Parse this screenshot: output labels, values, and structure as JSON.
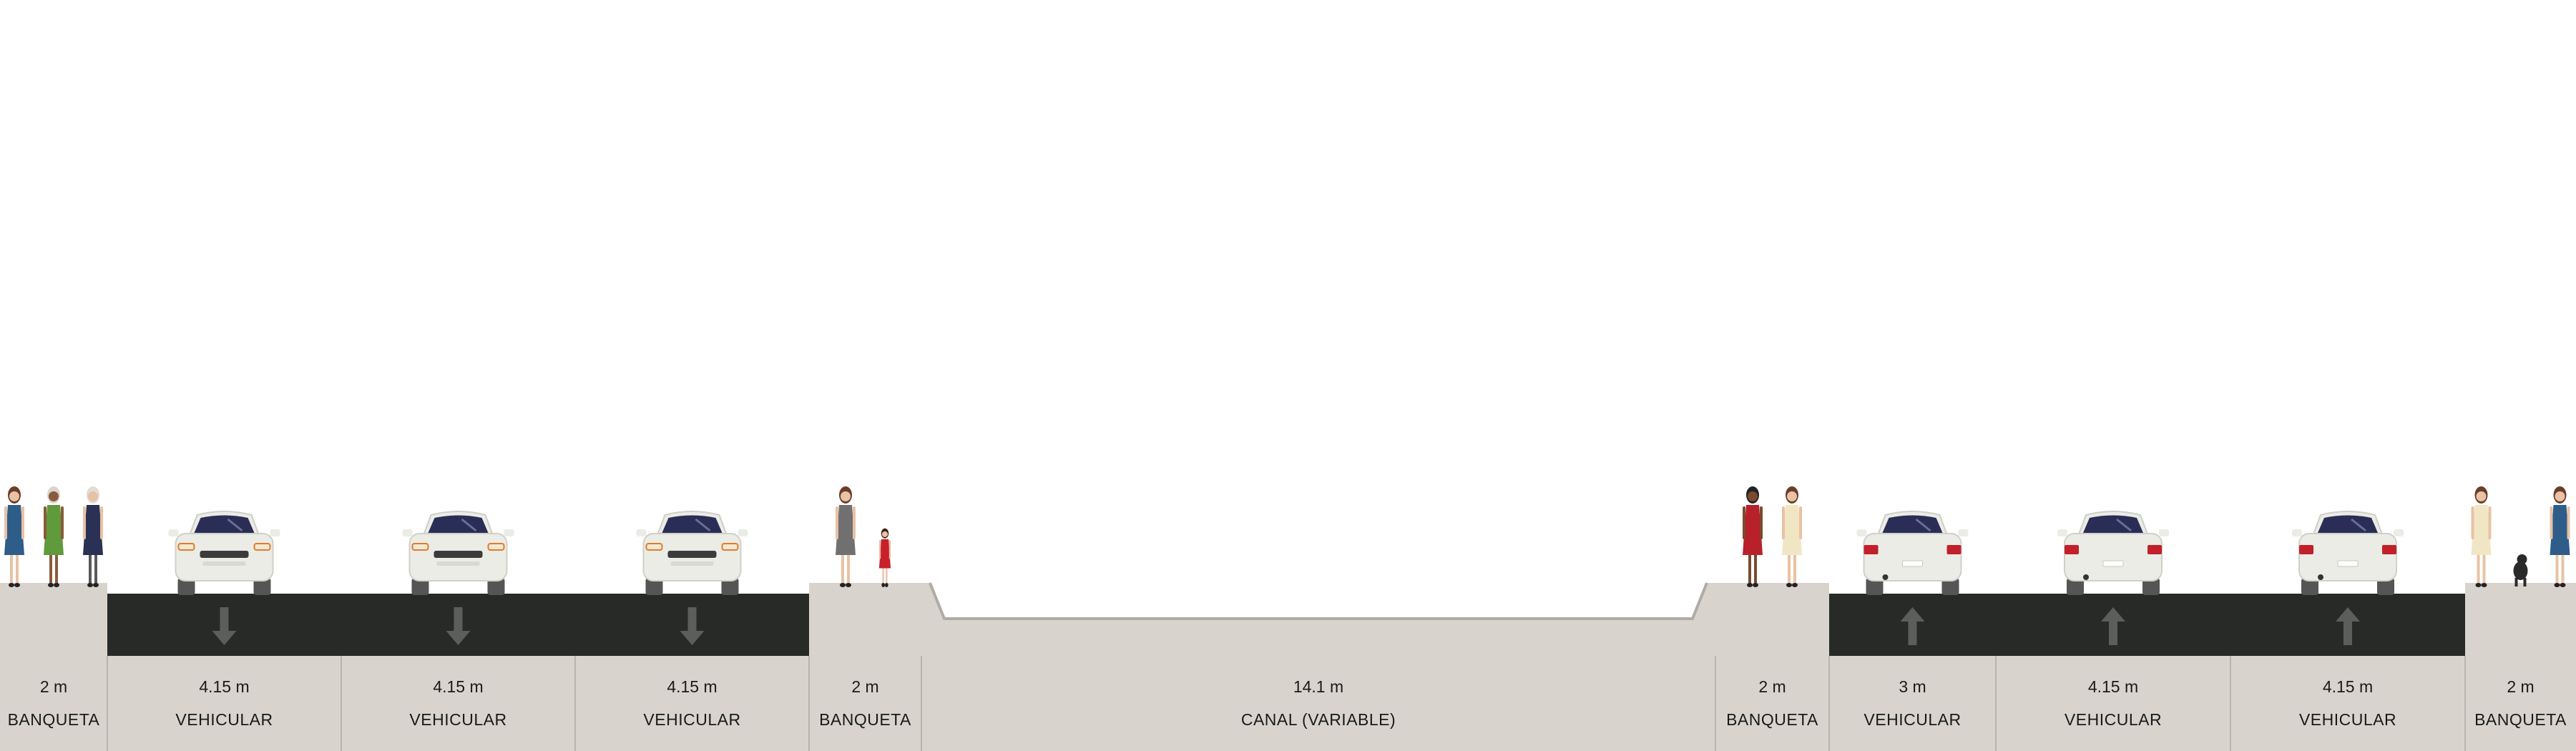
{
  "segments": [
    {
      "width_label": "2 m",
      "name": "BANQUETA",
      "type": "sidewalk",
      "direction": "",
      "people": [
        "woman-blue-dress",
        "woman-green-dress",
        "man-navy-sweater"
      ]
    },
    {
      "width_label": "4.15 m",
      "name": "VEHICULAR",
      "type": "lane",
      "direction": "down",
      "people": []
    },
    {
      "width_label": "4.15 m",
      "name": "VEHICULAR",
      "type": "lane",
      "direction": "down",
      "people": []
    },
    {
      "width_label": "4.15 m",
      "name": "VEHICULAR",
      "type": "lane",
      "direction": "down",
      "people": []
    },
    {
      "width_label": "2 m",
      "name": "BANQUETA",
      "type": "sidewalk",
      "direction": "",
      "people": [
        "woman-gray-dress",
        "child-red-dress"
      ]
    },
    {
      "width_label": "14.1 m",
      "name": "CANAL (VARIABLE)",
      "type": "canal",
      "direction": "",
      "people": []
    },
    {
      "width_label": "2 m",
      "name": "BANQUETA",
      "type": "sidewalk",
      "direction": "",
      "people": [
        "woman-red-dress",
        "woman-cream-dress"
      ]
    },
    {
      "width_label": "3 m",
      "name": "VEHICULAR",
      "type": "lane",
      "direction": "up",
      "people": []
    },
    {
      "width_label": "4.15 m",
      "name": "VEHICULAR",
      "type": "lane",
      "direction": "up",
      "people": []
    },
    {
      "width_label": "4.15 m",
      "name": "VEHICULAR",
      "type": "lane",
      "direction": "up",
      "people": []
    },
    {
      "width_label": "2 m",
      "name": "BANQUETA",
      "type": "sidewalk",
      "direction": "",
      "people": [
        "woman-cream-dress",
        "dog",
        "woman-blue-dress"
      ]
    }
  ],
  "colors": {
    "background": "#ffffff",
    "ground": "#d8d4cd",
    "asphalt": "#282a28",
    "lane_arrow": "#5c5e5c",
    "divider": "#b9b5ad",
    "canal_line": "#b0aca5",
    "car_body": "#ecece6",
    "car_windshield": "#2a2d55",
    "car_tail_light": "#c2202a"
  }
}
